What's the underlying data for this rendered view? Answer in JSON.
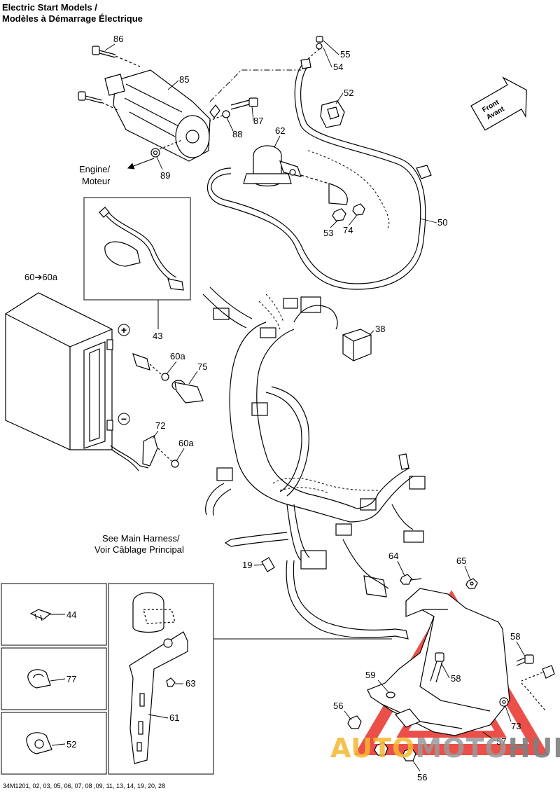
{
  "title": {
    "line1": "Electric Start Models /",
    "line2": "Modèles à Démarrage Électrique"
  },
  "front_arrow": {
    "line1": "Front",
    "line2": "Avant"
  },
  "notes": {
    "engine_1": "Engine/",
    "engine_2": "Moteur",
    "harness_1": "See Main Harness/",
    "harness_2": "Voir Câblage Principal",
    "plus": "+",
    "minus": "−"
  },
  "callouts": [
    {
      "id": "c86",
      "text": "86"
    },
    {
      "id": "c85",
      "text": "85"
    },
    {
      "id": "c55",
      "text": "55"
    },
    {
      "id": "c54",
      "text": "54"
    },
    {
      "id": "c52a",
      "text": "52"
    },
    {
      "id": "c87",
      "text": "87"
    },
    {
      "id": "c88",
      "text": "88"
    },
    {
      "id": "c62",
      "text": "62"
    },
    {
      "id": "c89",
      "text": "89"
    },
    {
      "id": "c50",
      "text": "50"
    },
    {
      "id": "c53",
      "text": "53"
    },
    {
      "id": "c74",
      "text": "74"
    },
    {
      "id": "c60",
      "text": "60➔60a"
    },
    {
      "id": "c43",
      "text": "43"
    },
    {
      "id": "c38",
      "text": "38"
    },
    {
      "id": "c60a1",
      "text": "60a"
    },
    {
      "id": "c75",
      "text": "75"
    },
    {
      "id": "c72",
      "text": "72"
    },
    {
      "id": "c60a2",
      "text": "60a"
    },
    {
      "id": "c19",
      "text": "19"
    },
    {
      "id": "c64",
      "text": "64"
    },
    {
      "id": "c65",
      "text": "65"
    },
    {
      "id": "c44",
      "text": "44"
    },
    {
      "id": "c58a",
      "text": "58"
    },
    {
      "id": "c59",
      "text": "59"
    },
    {
      "id": "c58b",
      "text": "58"
    },
    {
      "id": "c77",
      "text": "77"
    },
    {
      "id": "c63",
      "text": "63"
    },
    {
      "id": "c56a",
      "text": "56"
    },
    {
      "id": "c73",
      "text": "73"
    },
    {
      "id": "c61",
      "text": "61"
    },
    {
      "id": "c52b",
      "text": "52"
    },
    {
      "id": "c57",
      "text": "57"
    },
    {
      "id": "c56b",
      "text": "56"
    }
  ],
  "footer": "34M1201, 02, 03, 05, 06, 07, 08 ,09, 11, 13, 14, 19, 20, 28",
  "watermark": {
    "part1": "AUTO",
    "part2": "MOTO",
    "part3": "HUB"
  },
  "colors": {
    "line": "#000000",
    "watermark_red": "#e8312a",
    "watermark_gold": "#f5b731"
  }
}
